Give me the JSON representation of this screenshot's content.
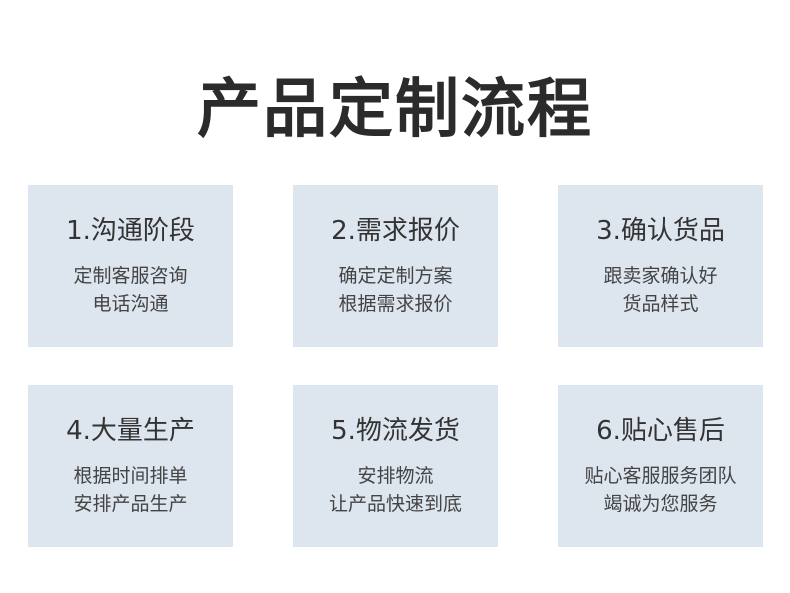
{
  "title": "产品定制流程",
  "steps": [
    {
      "title": "1.沟通阶段",
      "line1": "定制客服咨询",
      "line2": "电话沟通"
    },
    {
      "title": "2.需求报价",
      "line1": "确定定制方案",
      "line2": "根据需求报价"
    },
    {
      "title": "3.确认货品",
      "line1": "跟卖家确认好",
      "line2": "货品样式"
    },
    {
      "title": "4.大量生产",
      "line1": "根据时间排单",
      "line2": "安排产品生产"
    },
    {
      "title": "5.物流发货",
      "line1": "安排物流",
      "line2": "让产品快速到底"
    },
    {
      "title": "6.贴心售后",
      "line1": "贴心客服服务团队",
      "line2": "竭诚为您服务"
    }
  ],
  "colors": {
    "card_background": "#dde5ef",
    "title_text": "#2b2b2b",
    "body_text": "#333333"
  }
}
